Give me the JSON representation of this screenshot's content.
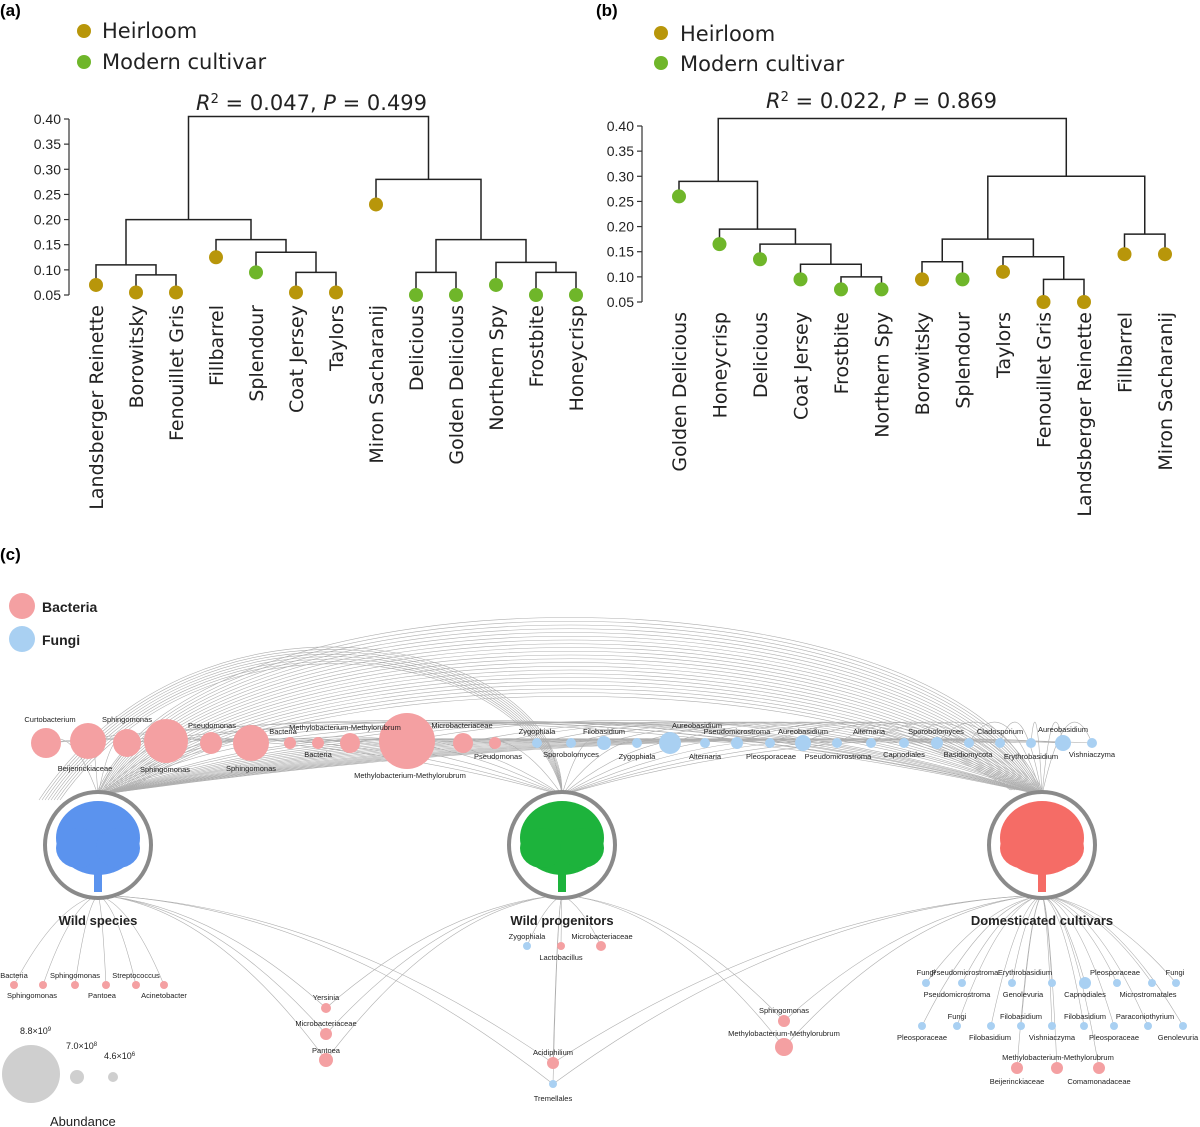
{
  "colors": {
    "heirloom": "#b8960a",
    "modern": "#6fb62a",
    "bacteria": "#f4a0a2",
    "fungi": "#a9d0f2",
    "wild_species_tree": "#5b93ee",
    "wild_progenitors_tree": "#1db33c",
    "domesticated_tree": "#f56c66",
    "edge": "#9a9a9a",
    "abundance": "#cfcfcf"
  },
  "panel_a": {
    "label": "(a)",
    "legend": {
      "heirloom": "Heirloom",
      "modern": "Modern cultivar"
    },
    "stat_r": "R",
    "stat_sup": "2",
    "stat_rest": " = 0.047, ",
    "stat_p": "P",
    "stat_pval": " = 0.499",
    "yticks": [
      "0.40",
      "0.35",
      "0.30",
      "0.25",
      "0.20",
      "0.15",
      "0.10",
      "0.05"
    ],
    "leaves": [
      {
        "name": "Landsberger Reinette",
        "group": "heirloom",
        "h": 0.07
      },
      {
        "name": "Borowitsky",
        "group": "heirloom",
        "h": 0.055
      },
      {
        "name": "Fenouillet Gris",
        "group": "heirloom",
        "h": 0.055
      },
      {
        "name": "Fillbarrel",
        "group": "heirloom",
        "h": 0.125
      },
      {
        "name": "Splendour",
        "group": "modern",
        "h": 0.095
      },
      {
        "name": "Coat Jersey",
        "group": "heirloom",
        "h": 0.055
      },
      {
        "name": "Taylors",
        "group": "heirloom",
        "h": 0.055
      },
      {
        "name": "Miron Sacharanij",
        "group": "heirloom",
        "h": 0.23
      },
      {
        "name": "Delicious",
        "group": "modern",
        "h": 0.05
      },
      {
        "name": "Golden Delicious",
        "group": "modern",
        "h": 0.05
      },
      {
        "name": "Northern Spy",
        "group": "modern",
        "h": 0.07
      },
      {
        "name": "Frostbite",
        "group": "modern",
        "h": 0.05
      },
      {
        "name": "Honeycrisp",
        "group": "modern",
        "h": 0.05
      }
    ]
  },
  "panel_b": {
    "label": "(b)",
    "legend": {
      "heirloom": "Heirloom",
      "modern": "Modern cultivar"
    },
    "stat_r": "R",
    "stat_sup": "2",
    "stat_rest": " = 0.022, ",
    "stat_p": "P",
    "stat_pval": " = 0.869",
    "yticks": [
      "0.40",
      "0.35",
      "0.30",
      "0.25",
      "0.20",
      "0.15",
      "0.10",
      "0.05"
    ],
    "leaves": [
      {
        "name": "Golden Delicious",
        "group": "modern",
        "h": 0.26
      },
      {
        "name": "Honeycrisp",
        "group": "modern",
        "h": 0.165
      },
      {
        "name": "Delicious",
        "group": "modern",
        "h": 0.135
      },
      {
        "name": "Coat Jersey",
        "group": "modern",
        "h": 0.095
      },
      {
        "name": "Frostbite",
        "group": "modern",
        "h": 0.075
      },
      {
        "name": "Northern Spy",
        "group": "modern",
        "h": 0.075
      },
      {
        "name": "Borowitsky",
        "group": "heirloom",
        "h": 0.095
      },
      {
        "name": "Splendour",
        "group": "modern",
        "h": 0.095
      },
      {
        "name": "Taylors",
        "group": "heirloom",
        "h": 0.11
      },
      {
        "name": "Fenouillet Gris",
        "group": "heirloom",
        "h": 0.05
      },
      {
        "name": "Landsberger Reinette",
        "group": "heirloom",
        "h": 0.05
      },
      {
        "name": "Fillbarrel",
        "group": "heirloom",
        "h": 0.145
      },
      {
        "name": "Miron Sacharanij",
        "group": "heirloom",
        "h": 0.145
      }
    ]
  },
  "panel_c": {
    "label": "(c)",
    "legend": {
      "bacteria": "Bacteria",
      "fungi": "Fungi"
    },
    "groups": {
      "wild_species": "Wild species",
      "wild_progenitors": "Wild progenitors",
      "domesticated": "Domesticated cultivars"
    },
    "top_bacteria_labels": [
      {
        "t": "Curtobacterium"
      },
      {
        "t": "Sphingomonas"
      },
      {
        "t": "Pseudomonas"
      },
      {
        "t": "Methylobacterium-Methylorubrum"
      },
      {
        "t": "Bacteria"
      },
      {
        "t": "Microbacteriaceae"
      },
      {
        "t": "Beijerinckiaceae"
      },
      {
        "t": "Sphingomonas"
      },
      {
        "t": "Sphingomonas"
      },
      {
        "t": "Bacteria"
      },
      {
        "t": "Methylobacterium-Methylorubrum"
      },
      {
        "t": "Pseudomonas"
      }
    ],
    "top_fungi_labels": [
      {
        "t": "Zygophiala"
      },
      {
        "t": "Filobasidium"
      },
      {
        "t": "Aureobasidium"
      },
      {
        "t": "Pseudomicrostroma"
      },
      {
        "t": "Aureobasidium"
      },
      {
        "t": "Alternaria"
      },
      {
        "t": "Sporobolomyces"
      },
      {
        "t": "Cladosporium"
      },
      {
        "t": "Aureobasidium"
      },
      {
        "t": "Sporobolomyces"
      },
      {
        "t": "Zygophiala"
      },
      {
        "t": "Alternaria"
      },
      {
        "t": "Pleosporaceae"
      },
      {
        "t": "Pseudomicrostroma"
      },
      {
        "t": "Capnodiales"
      },
      {
        "t": "Basidiomycota"
      },
      {
        "t": "Erythrobasidium"
      },
      {
        "t": "Vishniaczyma"
      }
    ],
    "ws_labels": [
      "Bacteria",
      "Sphingomonas",
      "Streptococcus",
      "Sphingomonas",
      "Pantoea",
      "Acinetobacter"
    ],
    "wp_labels": [
      "Zygophiala",
      "Microbacteriaceae",
      "Lactobacillus"
    ],
    "mid1_labels": [
      "Yersinia",
      "Microbacteriaceae",
      "Pantoea"
    ],
    "mid2_labels": [
      "Acidiphilium",
      "Tremellales"
    ],
    "mid3_labels": [
      "Sphingomonas",
      "Methylobacterium-Methylorubrum"
    ],
    "dc_labels": [
      "Fungi",
      "Pseudomicrostroma",
      "Erythrobasidium",
      "Pleosporaceae",
      "Fungi",
      "Pseudomicrostroma",
      "Genolevuria",
      "Capnodiales",
      "Microstromatales",
      "Fungi",
      "Filobasidium",
      "Filobasidium",
      "Paraconiothyrium",
      "Pleosporaceae",
      "Filobasidium",
      "Vishniaczyma",
      "Pleosporaceae",
      "Genolevuria",
      "Methylobacterium-Methylorubrum",
      "Beijerinckiaceae",
      "Comamonadaceae"
    ],
    "abundance": {
      "title": "Abundance",
      "v1_base": "8.8×10",
      "v1_exp": "9",
      "v2_base": "7.0×10",
      "v2_exp": "8",
      "v3_base": "4.6×10",
      "v3_exp": "6"
    }
  }
}
